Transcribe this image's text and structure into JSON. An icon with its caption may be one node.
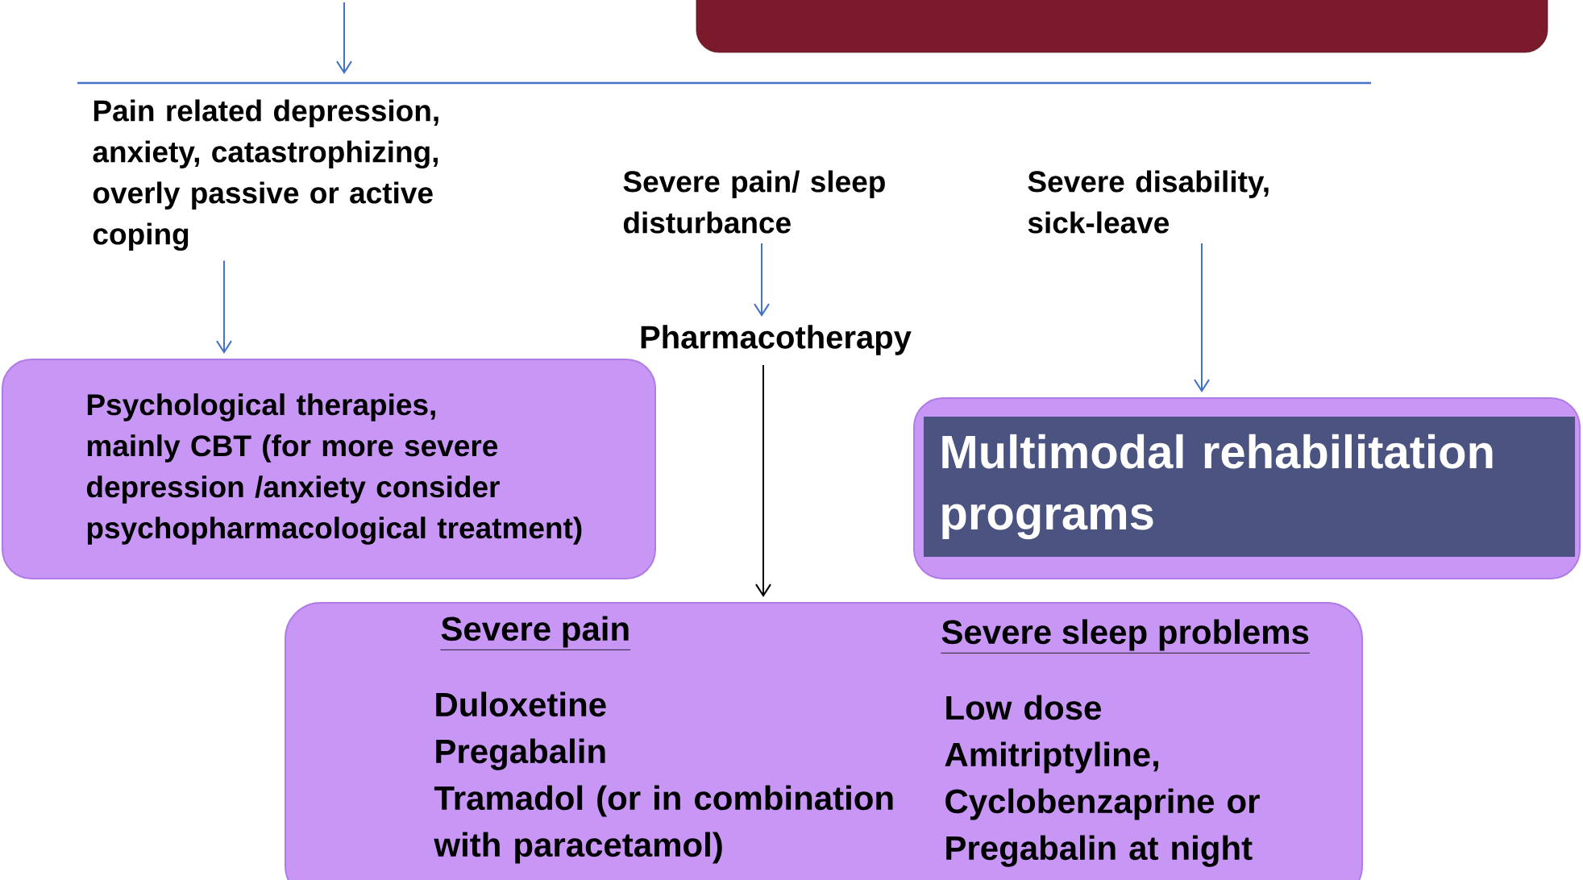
{
  "diagram": {
    "nodes": [
      {
        "text": [],
        "shape": "box"
      },
      {
        "text": [
          "Pain related depression, anxiety, catastrophizing, overly passive or active coping"
        ]
      },
      {
        "text": [
          "Severe pain/ sleep disturbance"
        ]
      },
      {
        "text": [
          "Severe disability, sick-leave"
        ]
      },
      {
        "text": [
          "Pharmacotherapy"
        ]
      },
      {
        "text": [
          "Psychological therapies, mainly CBT (for more severe depression /anxiety consider psychopharmacological treatment)"
        ]
      },
      {
        "text": [
          "Multimodal rehabilitation programs"
        ]
      },
      {
        "text": [
          "Severe pain",
          "Duloxetine",
          "Pregabalin",
          "Tramadol (or in combination with paracetamol)",
          "Severe sleep problems",
          "Low dose Amitriptyline, Cyclobenzaprine or Pregabalin at night"
        ]
      }
    ],
    "edges": [
      {
        "from": 1,
        "to": 5,
        "arrow": "to"
      },
      {
        "from": 2,
        "to": 4,
        "arrow": "to"
      },
      {
        "from": 3,
        "to": 6,
        "arrow": "to"
      },
      {
        "from": 4,
        "to": 7,
        "arrow": "to",
        "color": "#000000"
      }
    ]
  }
}
